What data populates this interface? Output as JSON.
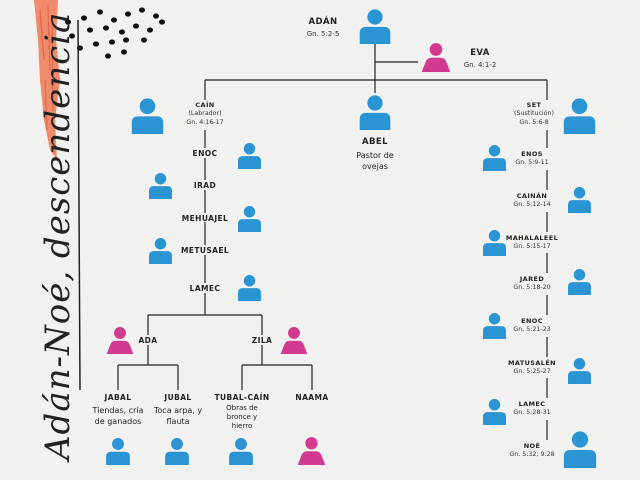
{
  "title": "Adán-Noé, descendencia",
  "colors": {
    "male": "#2b94d3",
    "female": "#d13a8f",
    "line": "#222222",
    "accent": "#ef8a6a"
  },
  "people": {
    "adan": {
      "name": "ADÁN",
      "ref": "Gn. 5:2-5"
    },
    "eva": {
      "name": "EVA",
      "ref": "Gn. 4:1-2"
    },
    "cain": {
      "name": "CAÍN",
      "desc": "(Labrador)",
      "ref": "Gn. 4:16-17"
    },
    "abel": {
      "name": "ABEL",
      "desc1": "Pastor de",
      "desc2": "ovejas"
    },
    "set": {
      "name": "SET",
      "desc": "(Sustitución)",
      "ref": "Gn. 5:6-8"
    },
    "enoc1": {
      "name": "ENOC"
    },
    "irad": {
      "name": "IRAD"
    },
    "mehuajel": {
      "name": "MEHUAJEL"
    },
    "metusael": {
      "name": "METUSAEL"
    },
    "lamec1": {
      "name": "LAMEC"
    },
    "ada": {
      "name": "ADA"
    },
    "zila": {
      "name": "ZILA"
    },
    "jabal": {
      "name": "JABAL",
      "desc1": "Tiendas, cría",
      "desc2": "de ganados"
    },
    "jubal": {
      "name": "JUBAL",
      "desc1": "Toca arpa, y",
      "desc2": "flauta"
    },
    "tubalcain": {
      "name": "TUBAL-CAÍN",
      "desc1": "Obras de",
      "desc2": "bronce y",
      "desc3": "hierro"
    },
    "naama": {
      "name": "NAAMA"
    },
    "enos": {
      "name": "ENOS",
      "ref": "Gn. 5:9-11"
    },
    "cainan": {
      "name": "CAINÁN",
      "ref": "Gn. 5:12-14"
    },
    "mahalaleel": {
      "name": "MAHALALEEL",
      "ref": "Gn. 5:15-17"
    },
    "jared": {
      "name": "JARED",
      "ref": "Gn. 5:18-20"
    },
    "enoc2": {
      "name": "ENOC",
      "ref": "Gn. 5:21-23"
    },
    "matusalen": {
      "name": "MATUSALÉN",
      "ref": "Gn. 5:25-27"
    },
    "lamec2": {
      "name": "LAMEC",
      "ref": "Gn. 5:28-31"
    },
    "noe": {
      "name": "NOÉ",
      "ref": "Gn. 5:32; 9:28"
    }
  }
}
